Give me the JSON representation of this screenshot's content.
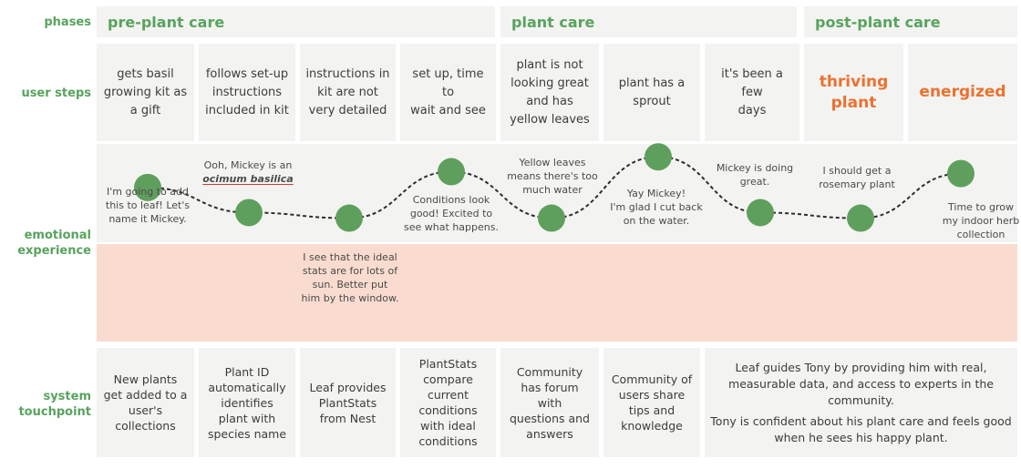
{
  "row_labels": {
    "phases": "phases",
    "user_steps": "user steps",
    "emotional_1": "emotional",
    "emotional_2": "experience",
    "system_1": "system",
    "system_2": "touchpoint"
  },
  "phases": [
    "pre-plant care",
    "plant care",
    "post-plant care"
  ],
  "user_steps": [
    [
      "gets basil",
      "growing kit as",
      "a gift"
    ],
    [
      "follows set-up",
      "instructions",
      "included in kit"
    ],
    [
      "instructions in",
      "kit are not",
      "very detailed"
    ],
    [
      "set up, time to",
      "wait and see"
    ],
    [
      "plant is not",
      "looking great",
      "and has",
      "yellow leaves"
    ],
    [
      "plant has a",
      "sprout"
    ],
    [
      "it's been a few",
      "days"
    ],
    [
      "thriving",
      "plant"
    ],
    [
      "energized"
    ]
  ],
  "emotions": [
    [
      "I'm going to add",
      "this to leaf! Let's",
      "name it Mickey."
    ],
    [
      "Ooh, Mickey is  an"
    ],
    [
      "ocimum basilica"
    ],
    [
      "I see that the ideal",
      "stats are for lots of",
      "sun. Better put",
      "him by the window."
    ],
    [
      "Conditions look",
      "good! Excited to",
      "see what happens."
    ],
    [
      "Yellow leaves",
      "means there's too",
      "much water"
    ],
    [
      "Yay Mickey!",
      "I'm glad I cut back",
      "on the water."
    ],
    [
      "Mickey is doing",
      "great."
    ],
    [
      "I should get a",
      "rosemary plant"
    ],
    [
      "Time to grow",
      "my indoor herb",
      "collection"
    ]
  ],
  "emotion_levels": [
    0.55,
    0.28,
    0.22,
    0.72,
    0.22,
    0.88,
    0.28,
    0.22,
    0.7
  ],
  "touchpoints": [
    [
      "New plants",
      "get added to a",
      "user's",
      "collections"
    ],
    [
      "Plant ID",
      "automatically",
      "identifies",
      "plant with",
      "species name"
    ],
    [
      "Leaf provides",
      "PlantStats",
      "from Nest"
    ],
    [
      "PlantStats",
      "compare",
      "current",
      "conditions",
      "with ideal",
      "conditions"
    ],
    [
      "Community",
      "has forum",
      "with",
      "questions and",
      "answers"
    ],
    [
      "Community of",
      "users share",
      "tips and",
      "knowledge"
    ],
    [
      "Leaf guides Tony by providing him with real,",
      "measurable data, and access to experts in the",
      "community.",
      "Tony is confident about his plant care and feels good",
      "when he sees his happy plant."
    ]
  ],
  "colors": {
    "green": "#58a35e",
    "dot": "#5f9f5d",
    "orange": "#ec7131",
    "cell_bg": "#f3f4f1",
    "salmon": "#f9dccf"
  }
}
